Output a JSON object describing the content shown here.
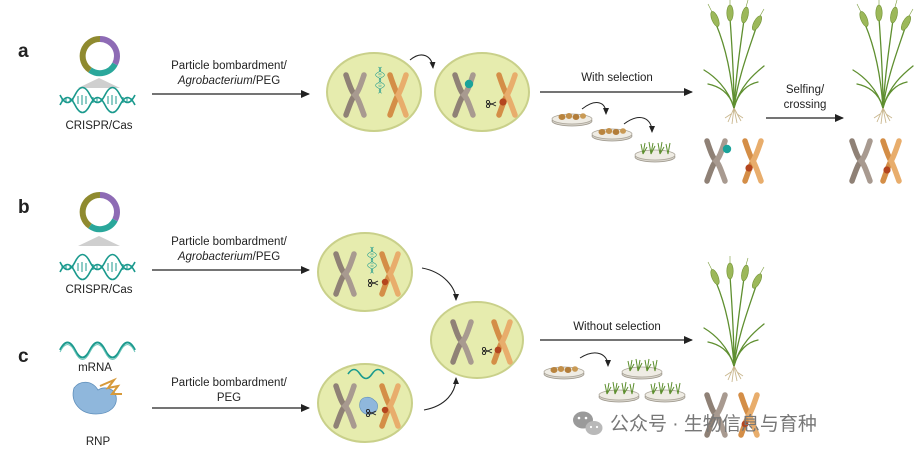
{
  "panels": {
    "a": {
      "letter": "a",
      "construct_label": "CRISPR/Cas",
      "delivery_line1": "Particle bombardment/",
      "delivery_line2_italic": "Agrobacterium",
      "delivery_line2_rest": "/PEG",
      "selection_label": "With selection",
      "selfing_line1": "Selfing/",
      "selfing_line2": "crossing"
    },
    "b": {
      "letter": "b",
      "construct_label": "CRISPR/Cas",
      "delivery_line1": "Particle bombardment/",
      "delivery_line2_italic": "Agrobacterium",
      "delivery_line2_rest": "/PEG"
    },
    "c": {
      "letter": "c",
      "mrna_label": "mRNA",
      "rnp_label": "RNP",
      "delivery_line1": "Particle bombardment/",
      "delivery_line2": "PEG",
      "selection_label": "Without selection"
    }
  },
  "watermark": {
    "icon": "wechat-icon",
    "text": "公众号 · 生物信息与育种"
  },
  "colors": {
    "cell_fill": "#e6ecae",
    "cell_stroke": "#c9d08a",
    "dna_teal": "#1b9a8e",
    "chrom_gray": "#9c8e84",
    "chrom_orange": "#e0a05c",
    "edit_teal": "#1aa39a",
    "edit_red": "#b4451e",
    "plasmid_olive": "#8f8a2f",
    "plasmid_teal": "#2aa79b",
    "plasmid_purple": "#8e6bb5",
    "plant_green": "#6f9b3c",
    "seed_brown": "#b98a46",
    "rnp_blue": "#8fb7dc"
  }
}
